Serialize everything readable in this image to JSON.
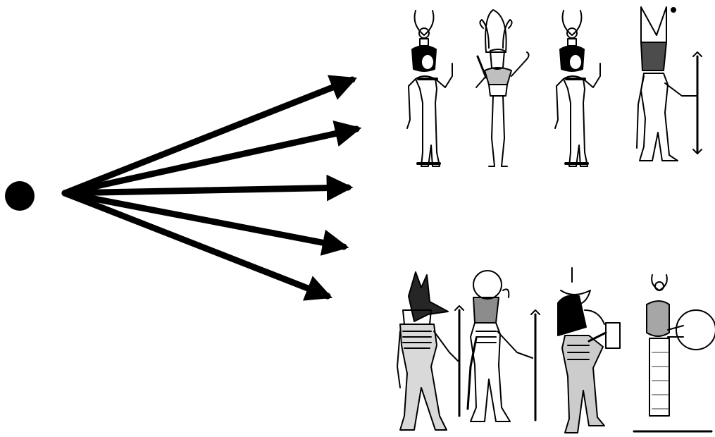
{
  "diagram": {
    "kind": "one-to-many",
    "source": {
      "shape": "filled-circle",
      "color": "#000000"
    },
    "arrow_count": 5,
    "arrow_color": "#000000",
    "target_groups": [
      {
        "row": "top",
        "figures": [
          {
            "name": "goddess-figure-1",
            "headdress": "horns-and-sun-disk"
          },
          {
            "name": "god-figure-atef-crown",
            "headdress": "atef-crown"
          },
          {
            "name": "goddess-figure-2",
            "headdress": "horns-and-sun-disk"
          },
          {
            "name": "falcon-headed-god-double-crown",
            "headdress": "double-crown"
          }
        ]
      },
      {
        "row": "bottom",
        "figures": [
          {
            "name": "jackal-headed-god",
            "headdress": "none"
          },
          {
            "name": "falcon-headed-god-sun-disk",
            "headdress": "sun-disk"
          },
          {
            "name": "ibis-headed-god",
            "headdress": "crescent-and-disk"
          },
          {
            "name": "goddess-with-orb",
            "headdress": "horns-and-sun-disk"
          }
        ]
      }
    ]
  }
}
